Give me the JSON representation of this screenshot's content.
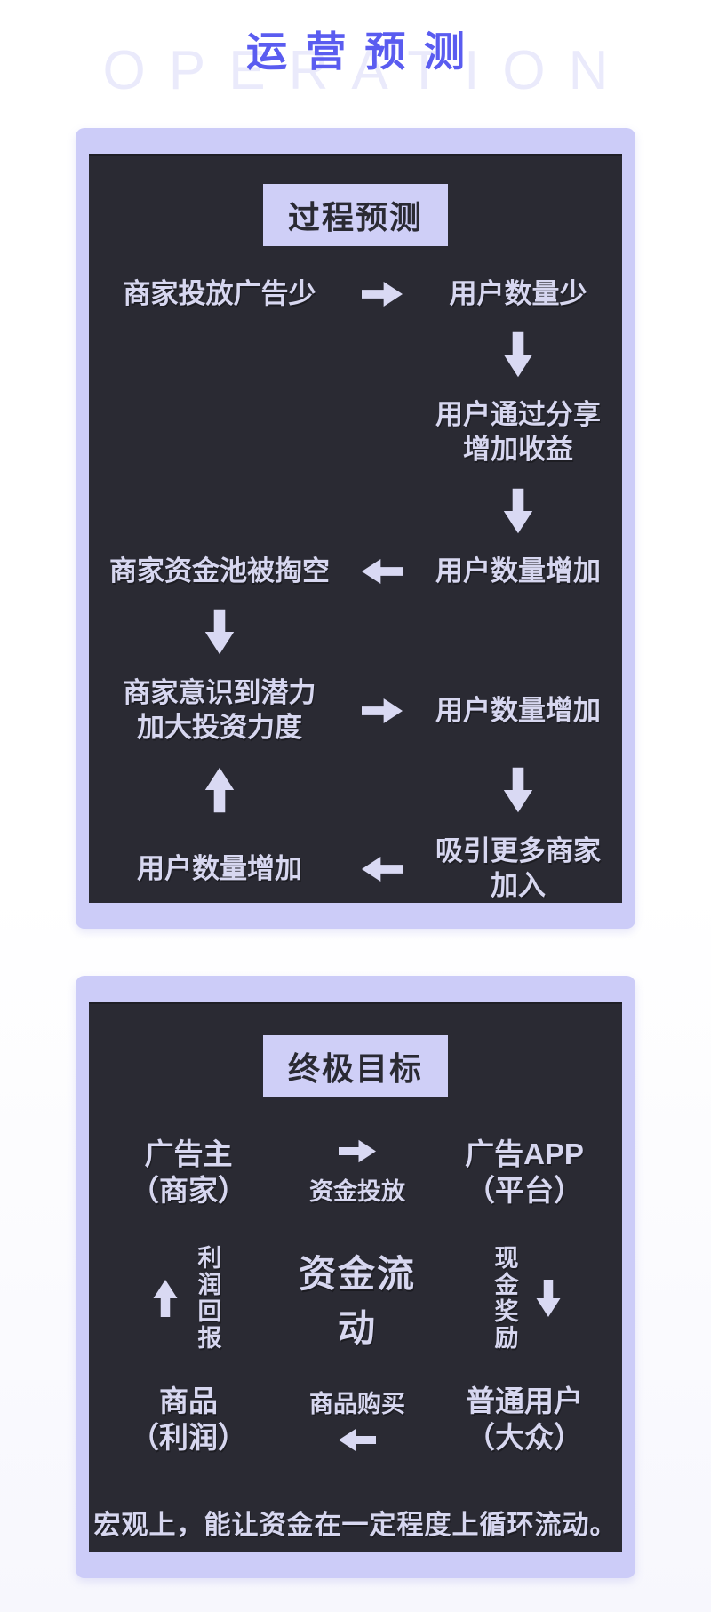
{
  "header": {
    "title": "运营预测",
    "watermark": "OPERATION"
  },
  "colors": {
    "accent_blue": "#5a5cf0",
    "watermark": "#eaeafb",
    "panel_border": "#ccccf8",
    "panel_bg": "#2a2a33",
    "panel_text": "#d7d7f0",
    "badge_bg": "#cfcff7",
    "badge_text": "#2a2a33",
    "arrow": "#d9d9f3"
  },
  "process_panel": {
    "badge": "过程预测",
    "flow": {
      "r1_left": "商家投放广告少",
      "r1_right": "用户数量少",
      "r3_right": "用户通过分享\n增加收益",
      "r5_left": "商家资金池被掏空",
      "r5_right": "用户数量增加",
      "r7_left": "商家意识到潜力\n加大投资力度",
      "r7_right": "用户数量增加",
      "r9_left": "用户数量增加",
      "r9_right": "吸引更多商家\n加入"
    }
  },
  "goal_panel": {
    "badge": "终极目标",
    "top_row": {
      "left": "广告主\n（商家）",
      "arrow_label": "资金投放",
      "right": "广告APP\n（平台）"
    },
    "middle_row": {
      "left_label": "利润回报",
      "center": "资金流动",
      "right_label": "现金奖励"
    },
    "bottom_row": {
      "left": "商品\n（利润）",
      "arrow_label": "商品购买",
      "right": "普通用户\n（大众）"
    },
    "caption": "宏观上，能让资金在一定程度上循环流动。"
  }
}
